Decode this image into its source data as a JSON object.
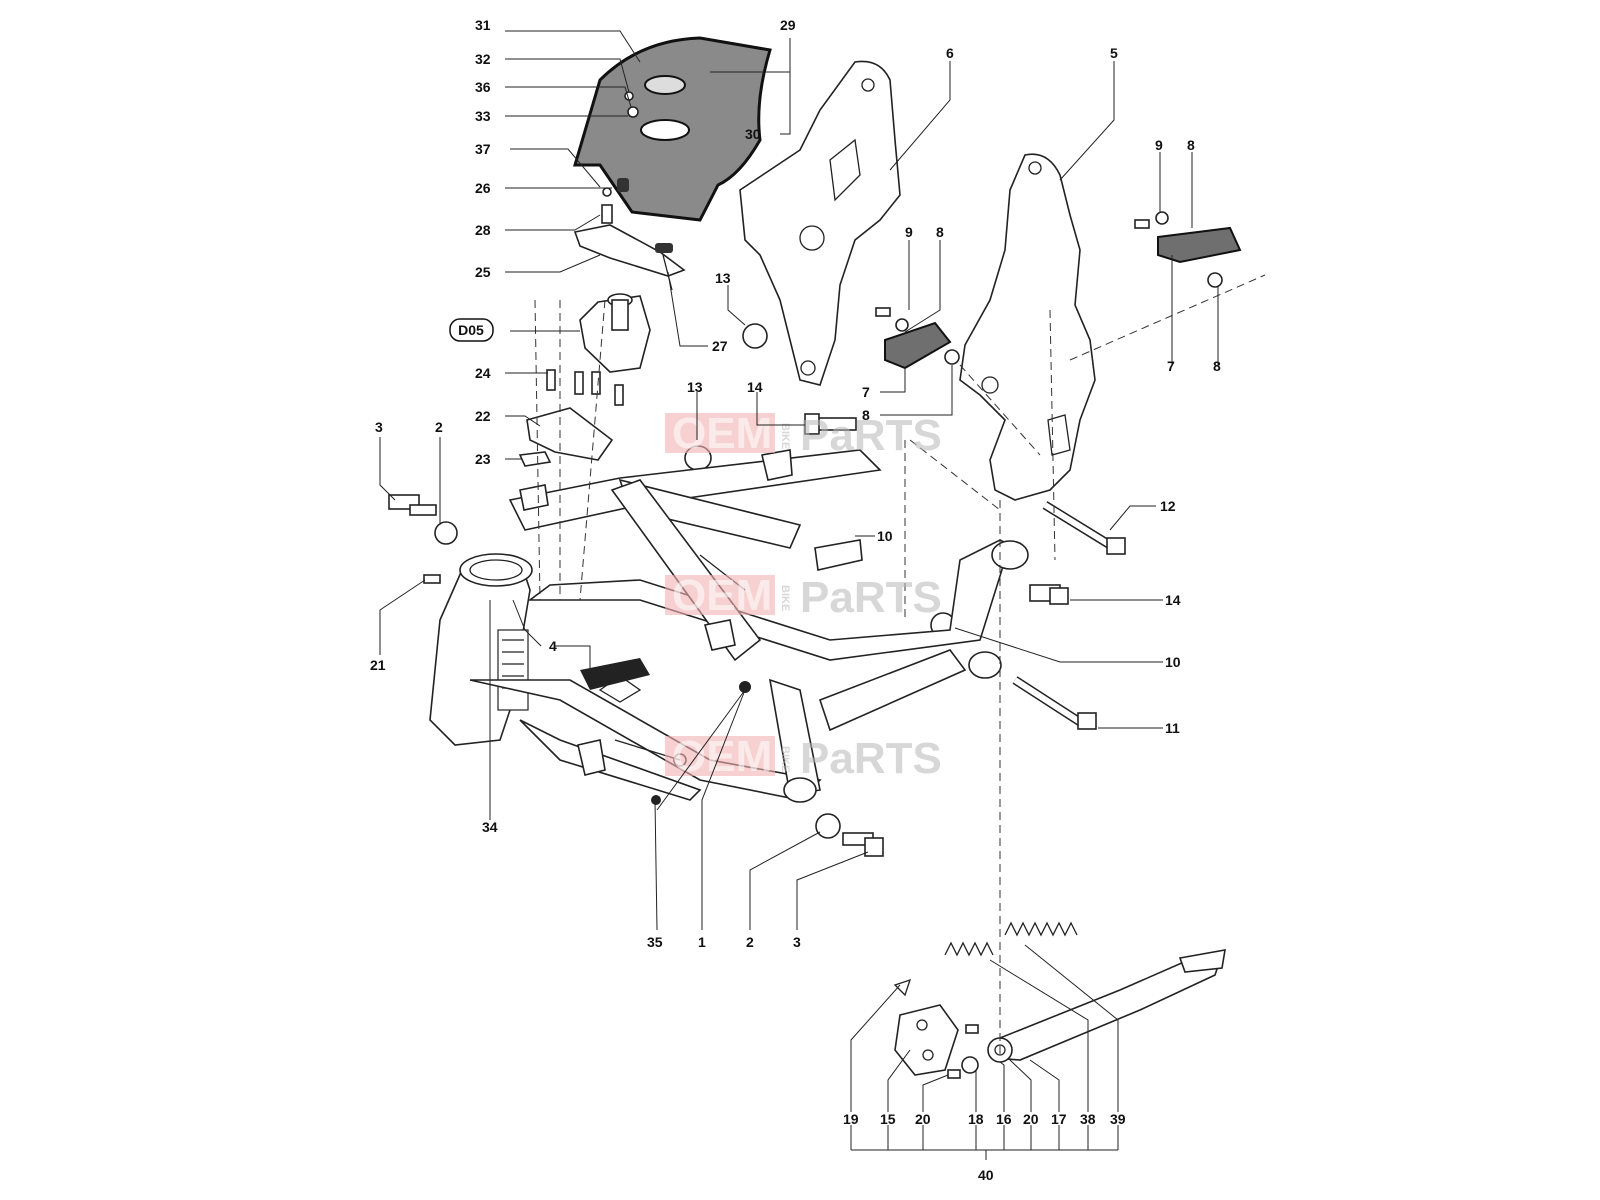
{
  "watermark": {
    "left": "OEM",
    "mid": "BIKE",
    "right": "PaRTS",
    "accent": "#e05a5a"
  },
  "badge": "D05",
  "callouts": [
    {
      "id": "c31",
      "text": "31"
    },
    {
      "id": "c29",
      "text": "29"
    },
    {
      "id": "c32",
      "text": "32"
    },
    {
      "id": "c36",
      "text": "36"
    },
    {
      "id": "c33",
      "text": "33"
    },
    {
      "id": "c30",
      "text": "30"
    },
    {
      "id": "c37",
      "text": "37"
    },
    {
      "id": "c26",
      "text": "26"
    },
    {
      "id": "c28",
      "text": "28"
    },
    {
      "id": "c25",
      "text": "25"
    },
    {
      "id": "c27",
      "text": "27"
    },
    {
      "id": "c24",
      "text": "24"
    },
    {
      "id": "c22",
      "text": "22"
    },
    {
      "id": "c23",
      "text": "23"
    },
    {
      "id": "c3a",
      "text": "3"
    },
    {
      "id": "c2a",
      "text": "2"
    },
    {
      "id": "c21",
      "text": "21"
    },
    {
      "id": "c4",
      "text": "4"
    },
    {
      "id": "c34",
      "text": "34"
    },
    {
      "id": "c35",
      "text": "35"
    },
    {
      "id": "c1",
      "text": "1"
    },
    {
      "id": "c2b",
      "text": "2"
    },
    {
      "id": "c3b",
      "text": "3"
    },
    {
      "id": "c6",
      "text": "6"
    },
    {
      "id": "c5",
      "text": "5"
    },
    {
      "id": "c13a",
      "text": "13"
    },
    {
      "id": "c9a",
      "text": "9"
    },
    {
      "id": "c8a",
      "text": "8"
    },
    {
      "id": "c7a",
      "text": "7"
    },
    {
      "id": "c8b",
      "text": "8"
    },
    {
      "id": "c9b",
      "text": "9"
    },
    {
      "id": "c8c",
      "text": "8"
    },
    {
      "id": "c7b",
      "text": "7"
    },
    {
      "id": "c8d",
      "text": "8"
    },
    {
      "id": "c13b",
      "text": "13"
    },
    {
      "id": "c14a",
      "text": "14"
    },
    {
      "id": "c12",
      "text": "12"
    },
    {
      "id": "c10a",
      "text": "10"
    },
    {
      "id": "c14b",
      "text": "14"
    },
    {
      "id": "c10b",
      "text": "10"
    },
    {
      "id": "c11",
      "text": "11"
    },
    {
      "id": "c19",
      "text": "19"
    },
    {
      "id": "c15",
      "text": "15"
    },
    {
      "id": "c20a",
      "text": "20"
    },
    {
      "id": "c18",
      "text": "18"
    },
    {
      "id": "c16",
      "text": "16"
    },
    {
      "id": "c20b",
      "text": "20"
    },
    {
      "id": "c17",
      "text": "17"
    },
    {
      "id": "c38",
      "text": "38"
    },
    {
      "id": "c39",
      "text": "39"
    },
    {
      "id": "c40",
      "text": "40"
    }
  ]
}
